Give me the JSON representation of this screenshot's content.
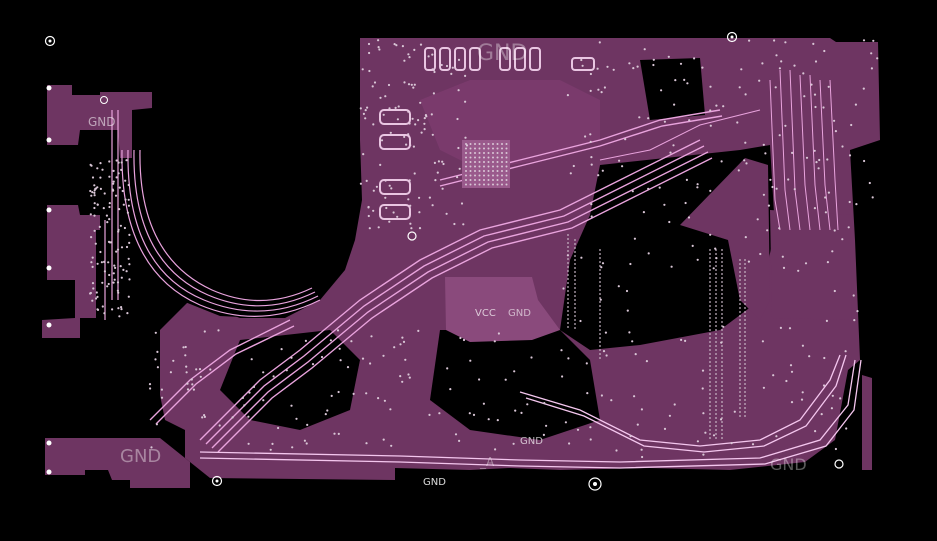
{
  "colors": {
    "background": "#000000",
    "copper_fill": "#6e3562",
    "copper_dark": "#4d2245",
    "trace": "#e9a3dd",
    "trace_bright": "#f4c6ee",
    "via": "#d9c6d6",
    "silkscreen": "#ffffff"
  },
  "labels": {
    "gnd_top": "GND",
    "gnd_left_top": "GND",
    "gnd_bottom_left": "GND",
    "vcc_center": "VCC",
    "gnd_center_right": "GND",
    "gnd_bottom_center": "GND",
    "gnd_bottom_right": "GND",
    "gnd_footer": "GND",
    "net_small": "_A"
  }
}
